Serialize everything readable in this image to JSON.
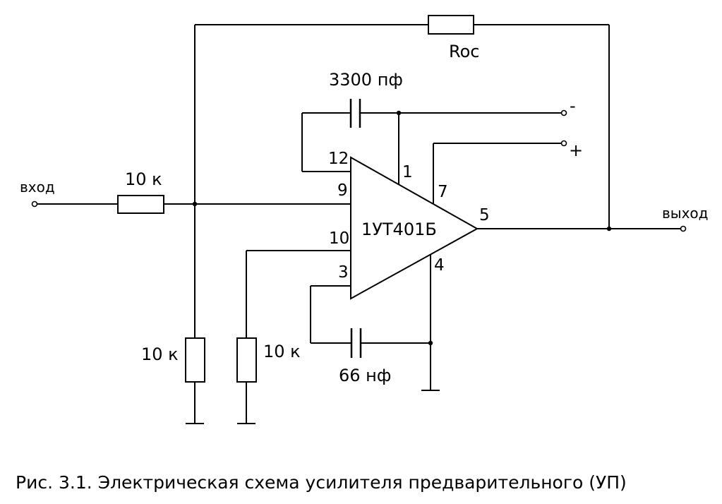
{
  "labels": {
    "input": "вход",
    "output": "выход",
    "r_in": "10 к",
    "r_ground_1": "10 к",
    "r_ground_2": "10 к",
    "r_feedback": "Roc",
    "cap_top": "3300 пф",
    "cap_bottom": "66 нф",
    "chip": "1УТ401Б",
    "supply_minus": "-",
    "supply_plus": "+"
  },
  "pins": {
    "p12": "12",
    "p9": "9",
    "p10": "10",
    "p3": "3",
    "p1": "1",
    "p7": "7",
    "p4": "4",
    "p5": "5"
  },
  "caption": "Рис. 3.1. Электрическая схема усилителя предварительного (УП)"
}
